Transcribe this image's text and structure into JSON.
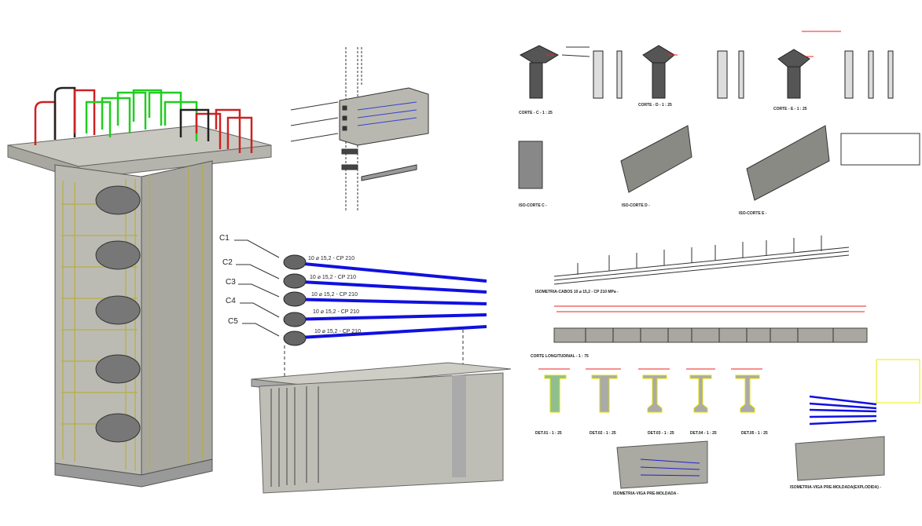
{
  "cables": {
    "ids": [
      "C1",
      "C2",
      "C3",
      "C4",
      "C5"
    ],
    "spec": "10 ⌀ 15,2 - CP 210"
  },
  "sheet": {
    "corte_c": "CORTE - C -   1 : 25",
    "corte_d": "CORTE - D -   1 : 25",
    "corte_e": "CORTE - E -   1 : 25",
    "iso_c": "ISO-CORTE C -",
    "iso_d": "ISO-CORTE D -",
    "iso_e": "ISO-CORTE E -",
    "iso_cabos": "ISOMETRIA-CABOS 10 ⌀ 15,2 - CP 210 MPa -",
    "corte_long": "CORTE LONGITUDINAL  -  1 : 75",
    "det": [
      "DET.01  -  1 : 25",
      "DET.02  -  1 : 25",
      "DET.03  -  1 : 25",
      "DET.04  -  1 : 25",
      "DET.05  -  1 : 25"
    ],
    "iso_viga": "ISOMETRIA-VIGA PRE-MOLDADA -",
    "iso_viga_expl": "ISOMETRIA-VIGA PRE-MOLDADA(EXPLODIDA) -"
  },
  "colors": {
    "concrete": "#bdbcb4",
    "cable": "#1010e0",
    "rebar_green": "#22cc22",
    "rebar_red": "#cc2222",
    "dim": "#ee2222"
  }
}
